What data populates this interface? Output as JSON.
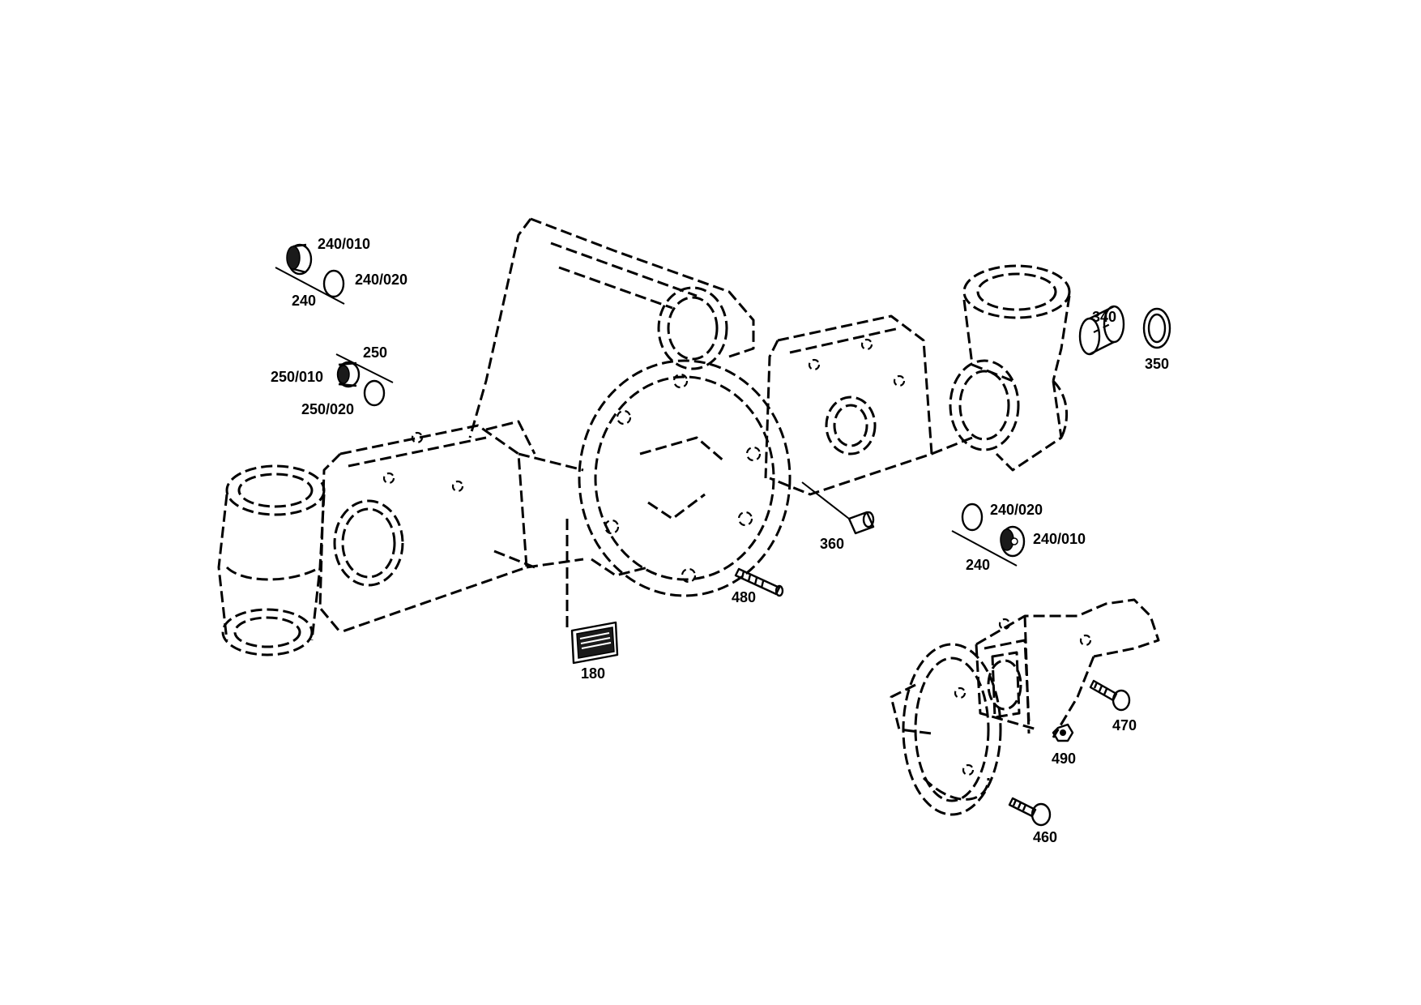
{
  "labels": {
    "l240_010_a": "240/010",
    "l240_020_a": "240/020",
    "l240_a": "240",
    "l250": "250",
    "l250_010": "250/010",
    "l250_020": "250/020",
    "l340": "340",
    "l350": "350",
    "l360": "360",
    "l240_020_b": "240/020",
    "l240_010_b": "240/010",
    "l240_b": "240",
    "l480": "480",
    "l180": "180",
    "l470": "470",
    "l490": "490",
    "l460": "460"
  }
}
